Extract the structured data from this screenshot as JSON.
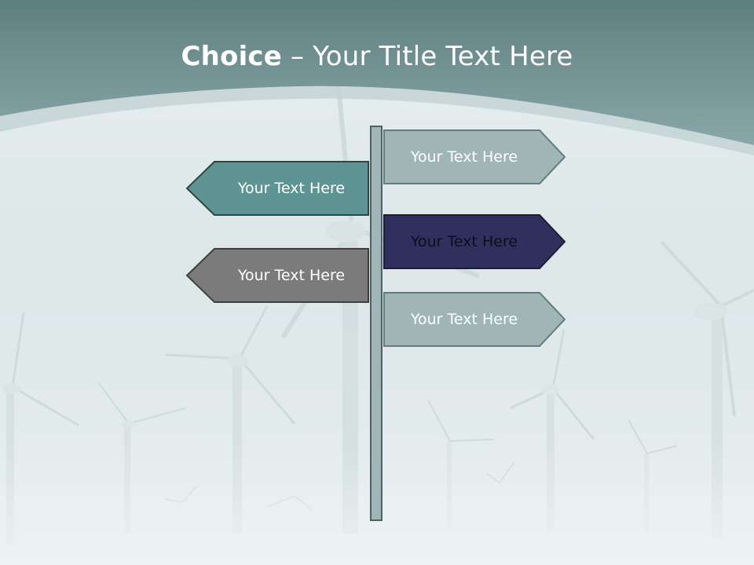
{
  "slide": {
    "title_bold": "Choice",
    "title_rest": " – Your Title Text Here"
  },
  "signs": [
    {
      "label": "Your Text Here",
      "direction": "right",
      "fill": "#9fb5b6",
      "text_color": "#ffffff"
    },
    {
      "label": "Your Text Here",
      "direction": "left",
      "fill": "#5e9493",
      "text_color": "#ffffff"
    },
    {
      "label": "Your Text Here",
      "direction": "right",
      "fill": "#30305f",
      "text_color": "#0d0d1a"
    },
    {
      "label": "Your Text Here",
      "direction": "left",
      "fill": "#7b7b7b",
      "text_color": "#ffffff"
    },
    {
      "label": "Your Text Here",
      "direction": "right",
      "fill": "#9fb5b6",
      "text_color": "#ffffff"
    }
  ],
  "colors": {
    "header": "#6a8f90",
    "pole": "#9fb5b6",
    "background": "#e3ebec"
  }
}
